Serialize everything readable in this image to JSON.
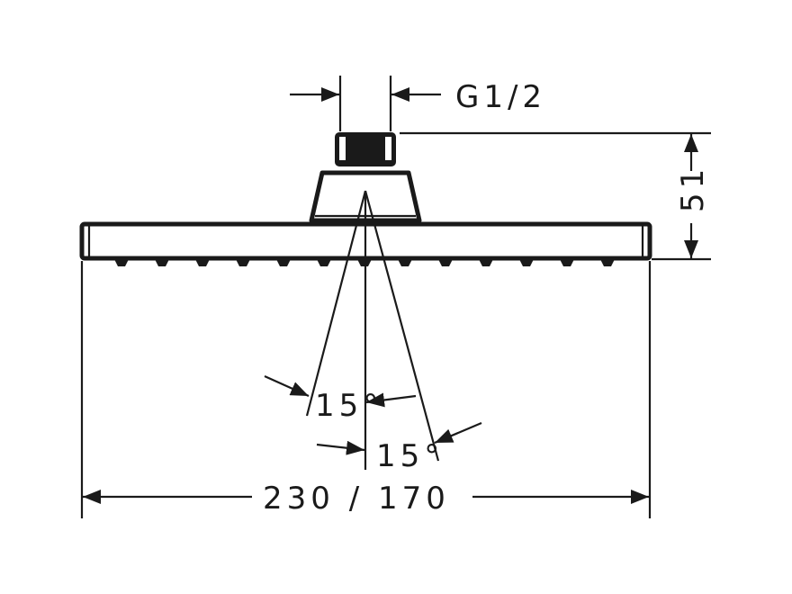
{
  "labels": {
    "thread": "G1/2",
    "height": "51",
    "width": "230 / 170",
    "angle_left": "15°",
    "angle_right": "15°"
  },
  "colors": {
    "line": "#1a1a1a",
    "background": "#ffffff"
  }
}
